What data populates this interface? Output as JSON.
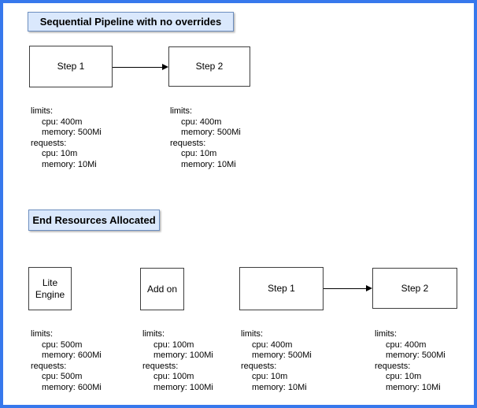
{
  "diagram": {
    "colors": {
      "frame_border": "#3778ec",
      "canvas_bg": "#ffffff",
      "accent_fill": "#dae8fc",
      "accent_border": "#6c8ebf",
      "node_border": "#3e3e3e",
      "ink": "#000000"
    },
    "section1": {
      "title": "Sequential Pipeline with no overrides",
      "nodes": [
        {
          "label": "Step 1"
        },
        {
          "label": "Step 2"
        }
      ],
      "resources": [
        {
          "limits_label": "limits:",
          "limits_cpu": "cpu: 400m",
          "limits_memory": "memory: 500Mi",
          "requests_label": "requests:",
          "requests_cpu": "cpu: 10m",
          "requests_memory": "memory: 10Mi"
        },
        {
          "limits_label": "limits:",
          "limits_cpu": "cpu: 400m",
          "limits_memory": "memory: 500Mi",
          "requests_label": "requests:",
          "requests_cpu": "cpu: 10m",
          "requests_memory": "memory: 10Mi"
        }
      ]
    },
    "section2": {
      "title": "End Resources Allocated",
      "nodes": [
        {
          "label": "Lite Engine"
        },
        {
          "label": "Add on"
        },
        {
          "label": "Step 1"
        },
        {
          "label": "Step 2"
        }
      ],
      "resources": [
        {
          "limits_label": "limits:",
          "limits_cpu": "cpu: 500m",
          "limits_memory": "memory: 600Mi",
          "requests_label": "requests:",
          "requests_cpu": "cpu: 500m",
          "requests_memory": "memory: 600Mi"
        },
        {
          "limits_label": "limits:",
          "limits_cpu": "cpu: 100m",
          "limits_memory": "memory: 100Mi",
          "requests_label": "requests:",
          "requests_cpu": "cpu: 100m",
          "requests_memory": "memory: 100Mi"
        },
        {
          "limits_label": "limits:",
          "limits_cpu": "cpu: 400m",
          "limits_memory": "memory: 500Mi",
          "requests_label": "requests:",
          "requests_cpu": "cpu: 10m",
          "requests_memory": "memory: 10Mi"
        },
        {
          "limits_label": "limits:",
          "limits_cpu": "cpu: 400m",
          "limits_memory": "memory: 500Mi",
          "requests_label": "requests:",
          "requests_cpu": "cpu: 10m",
          "requests_memory": "memory: 10Mi"
        }
      ]
    }
  }
}
